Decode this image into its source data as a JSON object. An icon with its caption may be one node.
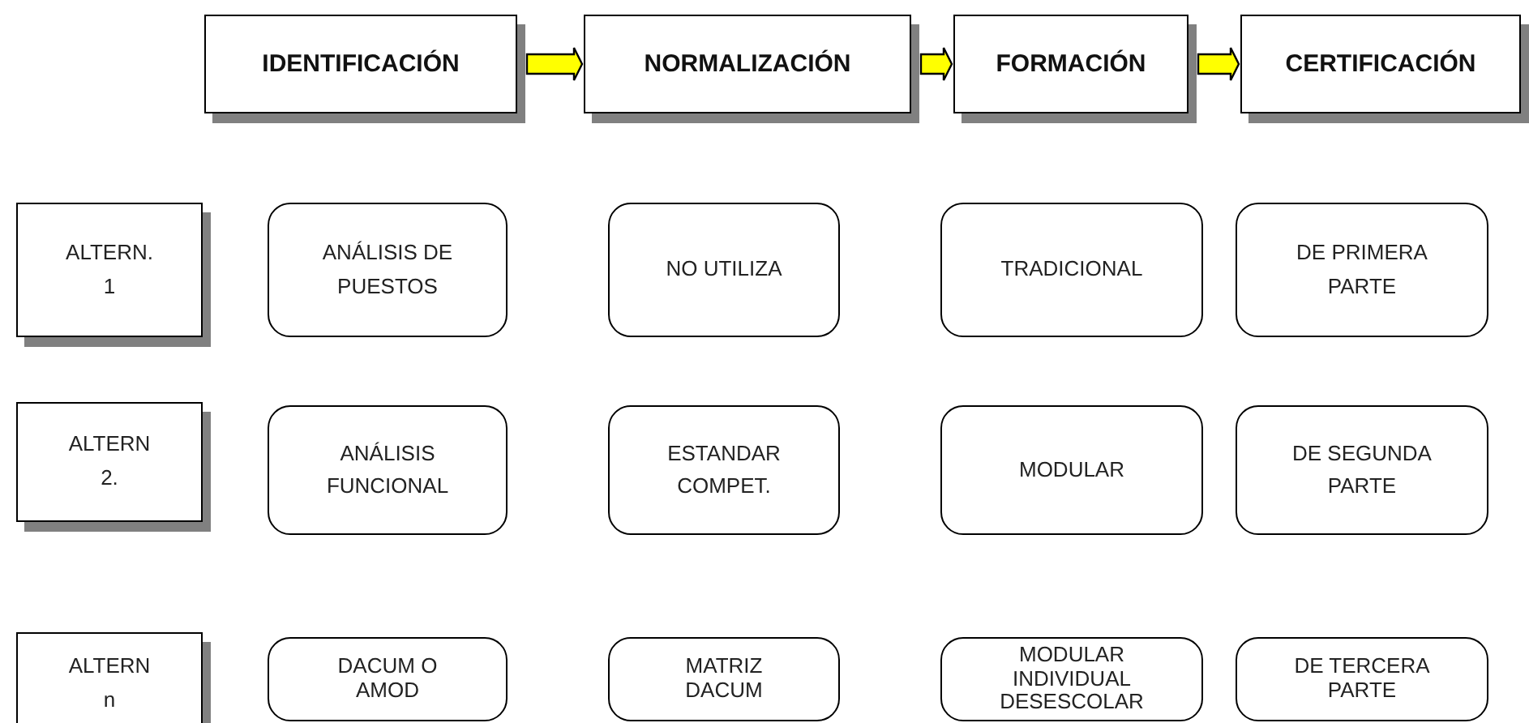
{
  "diagram": {
    "nodes": [
      {
        "text": [
          "IDENTIFICACIÓN"
        ]
      },
      {
        "text": [
          "NORMALIZACIÓN"
        ]
      },
      {
        "text": [
          "FORMACIÓN"
        ]
      },
      {
        "text": [
          "CERTIFICACIÓN"
        ]
      },
      {
        "text": [
          "ALTERN. 1"
        ]
      },
      {
        "text": [
          "ANÁLISIS DE PUESTOS"
        ]
      },
      {
        "text": [
          "NO UTILIZA"
        ]
      },
      {
        "text": [
          "TRADICIONAL"
        ]
      },
      {
        "text": [
          "DE PRIMERA PARTE"
        ]
      },
      {
        "text": [
          "ALTERN 2."
        ]
      },
      {
        "text": [
          "ANÁLISIS FUNCIONAL"
        ]
      },
      {
        "text": [
          "ESTANDAR COMPET."
        ]
      },
      {
        "text": [
          "MODULAR"
        ]
      },
      {
        "text": [
          "DE SEGUNDA PARTE"
        ]
      },
      {
        "text": [
          "ALTERN n"
        ]
      },
      {
        "text": [
          "DACUM O AMOD"
        ]
      },
      {
        "text": [
          "MATRIZ DACUM"
        ]
      },
      {
        "text": [
          "MODULAR INDIVIDUAL DESESCOLAR"
        ]
      },
      {
        "text": [
          "DE TERCERA PARTE"
        ]
      }
    ],
    "edges": [
      {
        "from": 0,
        "to": 1,
        "arrow": "to"
      },
      {
        "from": 1,
        "to": 2,
        "arrow": "to"
      },
      {
        "from": 2,
        "to": 3,
        "arrow": "to"
      }
    ]
  }
}
